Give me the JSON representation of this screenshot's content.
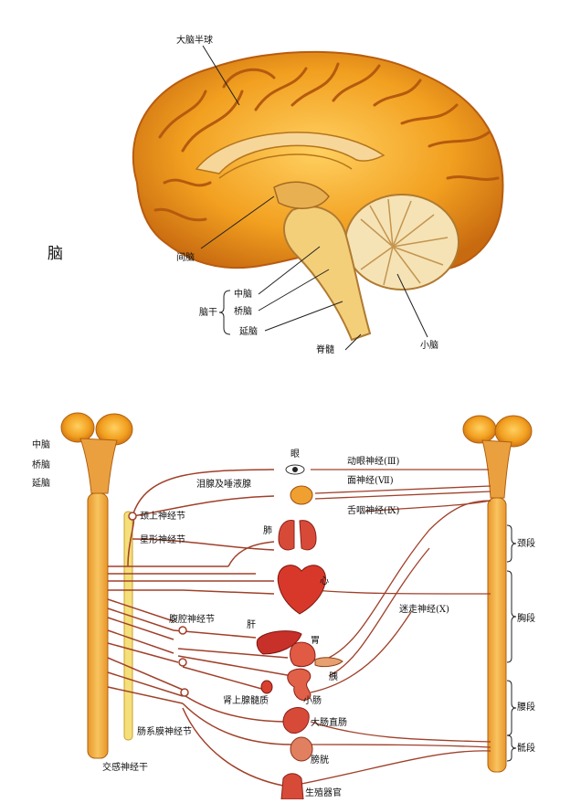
{
  "top": {
    "title": "脑",
    "labels": {
      "cerebrum": "大脑半球",
      "diencephalon": "间脑",
      "brainstem": "脑干",
      "midbrain": "中脑",
      "pons": "桥脑",
      "medulla": "延脑",
      "spinal_cord": "脊髓",
      "cerebellum": "小脑"
    }
  },
  "bottom": {
    "brainstem_labels": {
      "midbrain": "中脑",
      "pons": "桥脑",
      "medulla": "延脑"
    },
    "organs": {
      "eye": "眼",
      "glands": "泪腺及唾液腺",
      "lung": "肺",
      "heart": "心",
      "liver": "肝",
      "stomach": "胃",
      "pancreas": "胰",
      "small_intestine": "小肠",
      "adrenal": "肾上腺髓质",
      "large_intestine": "大肠直肠",
      "bladder": "膀胱",
      "reproductive": "生殖器官"
    },
    "ganglia": {
      "superior_cervical": "颈上神经节",
      "stellate": "星形神经节",
      "celiac": "腹腔神经节",
      "mesenteric": "肠系膜神经节",
      "sympathetic_trunk": "交感神经干"
    },
    "nerves": {
      "oculomotor": "动眼神经(Ⅲ)",
      "facial": "面神经(Ⅶ)",
      "glossopharyngeal": "舌咽神经(Ⅸ)",
      "vagus": "迷走神经(Ⅹ)"
    },
    "segments": {
      "cervical": "颈段",
      "thoracic": "胸段",
      "lumbar": "腰段",
      "sacral": "骶段"
    }
  },
  "colors": {
    "nerve": "#a0402a",
    "brain": "#f0a020",
    "brain_dark": "#c66a10",
    "cord": "#f3b04a",
    "organ": "#d83a2a",
    "chain": "#f5df7a"
  }
}
